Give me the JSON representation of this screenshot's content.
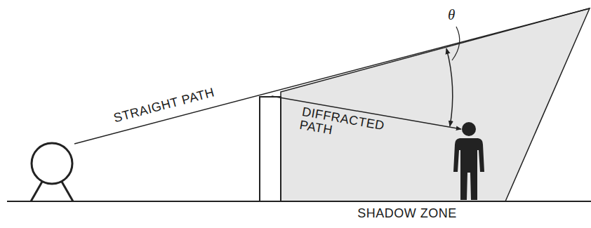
{
  "diagram": {
    "labels": [
      "STRAIGHT PATH",
      "DIFFRACTED PATH",
      "θ",
      "SHADOW ZONE"
    ]
  }
}
